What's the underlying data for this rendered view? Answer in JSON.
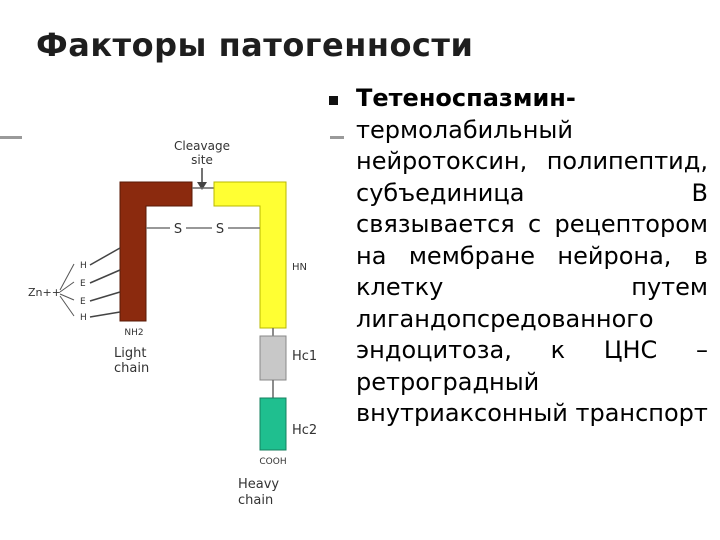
{
  "slide": {
    "title": "Факторы патогенности",
    "bullet": {
      "lead": "Тетеноспазмин-",
      "text": "термолабильный нейротоксин, полипептид, субъединица В связывается с рецептором на мембране нейрона, в клетку путем лигандопсредованного эндоцитоза, к ЦНС – ретроградный внутриаксонный транспорт"
    }
  },
  "diagram": {
    "cleavage_label_1": "Cleavage",
    "cleavage_label_2": "site",
    "disulfide_s1": "S",
    "disulfide_s2": "S",
    "zinc_label": "Zn++",
    "residues": [
      "H",
      "E",
      "E",
      "H"
    ],
    "nh2_label": "NH2",
    "light_chain_1": "Light",
    "light_chain_2": "chain",
    "hn_label": "HN",
    "hc1_label": "Hc1",
    "hc2_label": "Hc2",
    "cooh_label": "COOH",
    "heavy_chain_1": "Heavy",
    "heavy_chain_2": "chain",
    "colors": {
      "light_chain": "#8b2a0e",
      "hn_domain": "#ffff33",
      "hc1_domain": "#c8c8c8",
      "hc2_domain": "#1fbf8f"
    }
  }
}
